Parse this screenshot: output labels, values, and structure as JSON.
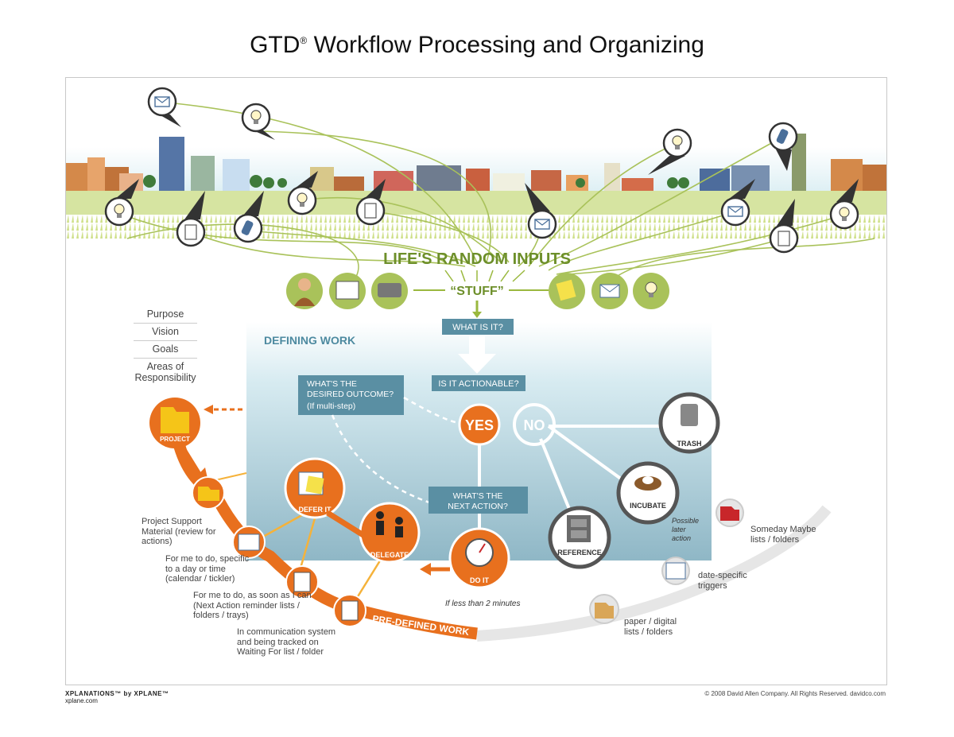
{
  "title": {
    "main": "GTD",
    "mark": "®",
    "rest": " Workflow Processing and Organizing"
  },
  "inputs": {
    "heading": "LIFE'S RANDOM INPUTS",
    "stuff": "“STUFF”"
  },
  "defining": {
    "heading": "DEFINING WORK",
    "what_is_it": "WHAT IS IT?",
    "actionable": "IS IT ACTIONABLE?",
    "yes": "YES",
    "no": "NO",
    "outcome": [
      "WHAT'S THE",
      "DESIRED OUTCOME?",
      "(If multi-step)"
    ],
    "next_action": [
      "WHAT'S THE",
      "NEXT ACTION?"
    ]
  },
  "nodes": {
    "project": "PROJECT",
    "defer": "DEFER IT",
    "delegate": "DELEGATE",
    "do_it": "DO IT",
    "trash": "TRASH",
    "incubate": "INCUBATE",
    "reference": "REFERENCE"
  },
  "horizons": [
    "Purpose",
    "Vision",
    "Goals",
    "Areas of Responsibility"
  ],
  "notes": {
    "project_support": "Project Support Material (review for actions)",
    "calendar": "For me to do, specific to a day or time (calendar / tickler)",
    "next_action_lists": "For me to do, as soon as I can (Next Action reminder lists / folders / trays)",
    "waiting": "In communication system and being tracked on Waiting For list / folder",
    "two_min": "If less than 2 minutes",
    "possible": "Possible later action",
    "someday": "Someday Maybe lists / folders",
    "triggers": "date-specific triggers",
    "paper": "paper / digital lists / folders",
    "predefined": "PRE-DEFINED WORK"
  },
  "footer": {
    "brand": "XPLANATIONS™ by XPLANE™",
    "site": "xplane.com",
    "copyright": "© 2008 David Allen Company.  All Rights Reserved.  davidco.com"
  },
  "colors": {
    "orange": "#e8701e",
    "green": "#9ab83e",
    "teal": "#5a8fa3",
    "lightblue": "#d8ecf1",
    "darkgray": "#555555"
  },
  "icons": [
    "envelope-icon",
    "lightbulb-icon",
    "document-icon",
    "phone-icon",
    "folder-icon",
    "trash-can-icon",
    "nest-icon",
    "file-cabinet-icon",
    "calendar-icon",
    "stopwatch-icon",
    "person-icon",
    "fax-icon",
    "sticky-note-icon",
    "paper-stack-icon"
  ]
}
